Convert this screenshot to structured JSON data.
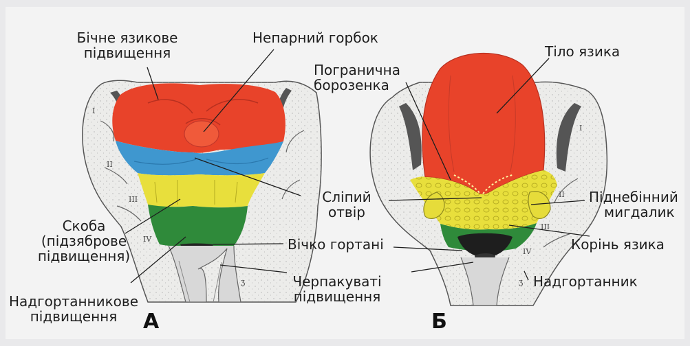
{
  "panel_labels": {
    "a": "А",
    "b": "Б"
  },
  "roman": [
    "I",
    "II",
    "III",
    "IV",
    "ʒ"
  ],
  "colors": {
    "tongue_red": "#e8432a",
    "arch_blue": "#3f97cf",
    "arch_yellow": "#e8df3c",
    "arch_green": "#2f8a3a",
    "tissue": "#ededeb"
  },
  "labels": {
    "lateral_lingual_l1": "Бічне язикове",
    "lateral_lingual_l2": "підвищення",
    "tuberculum_impar": "Непарний горбок",
    "terminal_sulcus_l1": "Погранична",
    "terminal_sulcus_l2": "борозенка",
    "tongue_body": "Тіло язика",
    "blind_foramen_l1": "Сліпий",
    "blind_foramen_l2": "отвір",
    "palatine_tonsil_l1": "Піднебінний",
    "palatine_tonsil_l2": "мигдалик",
    "copula_l1": "Скоба",
    "copula_l2": "(підзяброве",
    "copula_l3": "підвищення)",
    "laryngeal_opening": "Вічко гортані",
    "tongue_root": "Корінь язика",
    "arytenoid_l1": "Черпакуваті",
    "arytenoid_l2": "підвищення",
    "epiglottis": "Надгортанник",
    "epiglottic_swelling_l1": "Надгортанникове",
    "epiglottic_swelling_l2": "підвищення"
  }
}
